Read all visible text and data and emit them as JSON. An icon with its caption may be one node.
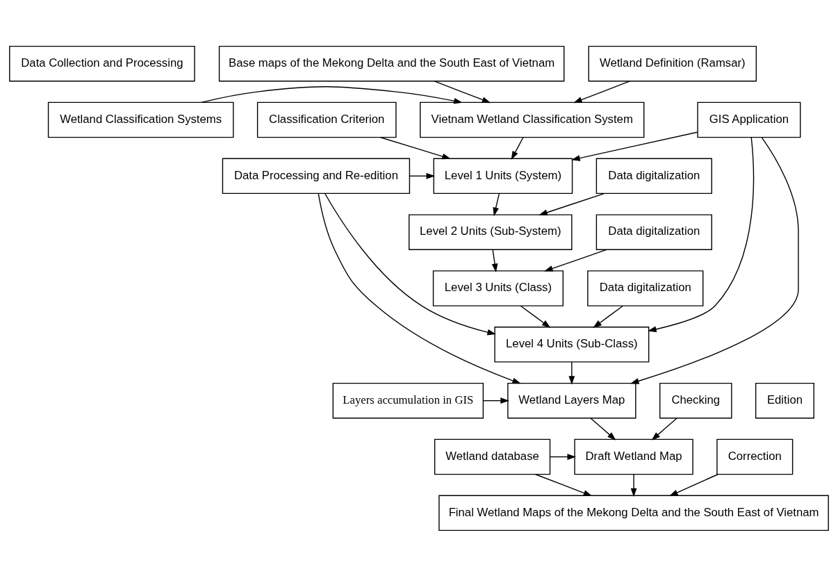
{
  "diagram": {
    "nodes": [
      {
        "text": [
          "Data Collection and Processing"
        ]
      },
      {
        "text": [
          "Base maps of the Mekong Delta and the South East of Vietnam"
        ]
      },
      {
        "text": [
          "Wetland Definition (Ramsar)"
        ]
      },
      {
        "text": [
          "Wetland Classification Systems"
        ]
      },
      {
        "text": [
          "Vietnam Wetland Classification System"
        ]
      },
      {
        "text": [
          "Classification Criterion"
        ]
      },
      {
        "text": [
          "Level 1 Units (System)"
        ]
      },
      {
        "text": [
          "Data Processing and Re-edition"
        ]
      },
      {
        "text": [
          "Data digitalization"
        ]
      },
      {
        "text": [
          "Level 2 Units (Sub-System)"
        ]
      },
      {
        "text": [
          "Data digitalization"
        ]
      },
      {
        "text": [
          "GIS Application"
        ]
      },
      {
        "text": [
          "Level 3 Units (Class)"
        ]
      },
      {
        "text": [
          "Data digitalization"
        ]
      },
      {
        "text": [
          "Level 4 Units (Sub-Class)"
        ]
      },
      {
        "text": [
          "Edition"
        ]
      },
      {
        "text": [
          "Wetland Layers Map"
        ]
      },
      {
        "text": [
          "Layers accumulation in GIS"
        ]
      },
      {
        "text": [
          "Checking"
        ]
      },
      {
        "text": [
          "Draft Wetland Map"
        ]
      },
      {
        "text": [
          "Wetland database"
        ]
      },
      {
        "text": [
          "Correction"
        ]
      },
      {
        "text": [
          "Final Wetland Maps of the Mekong Delta and the South East of Vietnam"
        ]
      }
    ],
    "edges": [
      {
        "from": 1,
        "to": 4,
        "arrow": "to"
      },
      {
        "from": 2,
        "to": 4,
        "arrow": "to"
      },
      {
        "from": 3,
        "to": 4,
        "arrow": "to"
      },
      {
        "from": 4,
        "to": 6,
        "arrow": "to"
      },
      {
        "from": 5,
        "to": 6,
        "arrow": "to"
      },
      {
        "from": 7,
        "to": 6,
        "arrow": "to"
      },
      {
        "from": 11,
        "to": 6,
        "arrow": "to"
      },
      {
        "from": 6,
        "to": 9,
        "arrow": "to"
      },
      {
        "from": 8,
        "to": 9,
        "arrow": "to"
      },
      {
        "from": 9,
        "to": 12,
        "arrow": "to"
      },
      {
        "from": 10,
        "to": 12,
        "arrow": "to"
      },
      {
        "from": 12,
        "to": 14,
        "arrow": "to"
      },
      {
        "from": 13,
        "to": 14,
        "arrow": "to"
      },
      {
        "from": 7,
        "to": 14,
        "arrow": "to"
      },
      {
        "from": 11,
        "to": 14,
        "arrow": "to"
      },
      {
        "from": 14,
        "to": 16,
        "arrow": "to"
      },
      {
        "from": 7,
        "to": 16,
        "arrow": "to"
      },
      {
        "from": 11,
        "to": 16,
        "arrow": "to"
      },
      {
        "from": 17,
        "to": 16,
        "arrow": "to"
      },
      {
        "from": 16,
        "to": 19,
        "arrow": "to"
      },
      {
        "from": 18,
        "to": 19,
        "arrow": "to"
      },
      {
        "from": 20,
        "to": 19,
        "arrow": "to"
      },
      {
        "from": 19,
        "to": 22,
        "arrow": "to"
      },
      {
        "from": 21,
        "to": 22,
        "arrow": "to"
      },
      {
        "from": 20,
        "to": 22,
        "arrow": "to"
      }
    ]
  }
}
